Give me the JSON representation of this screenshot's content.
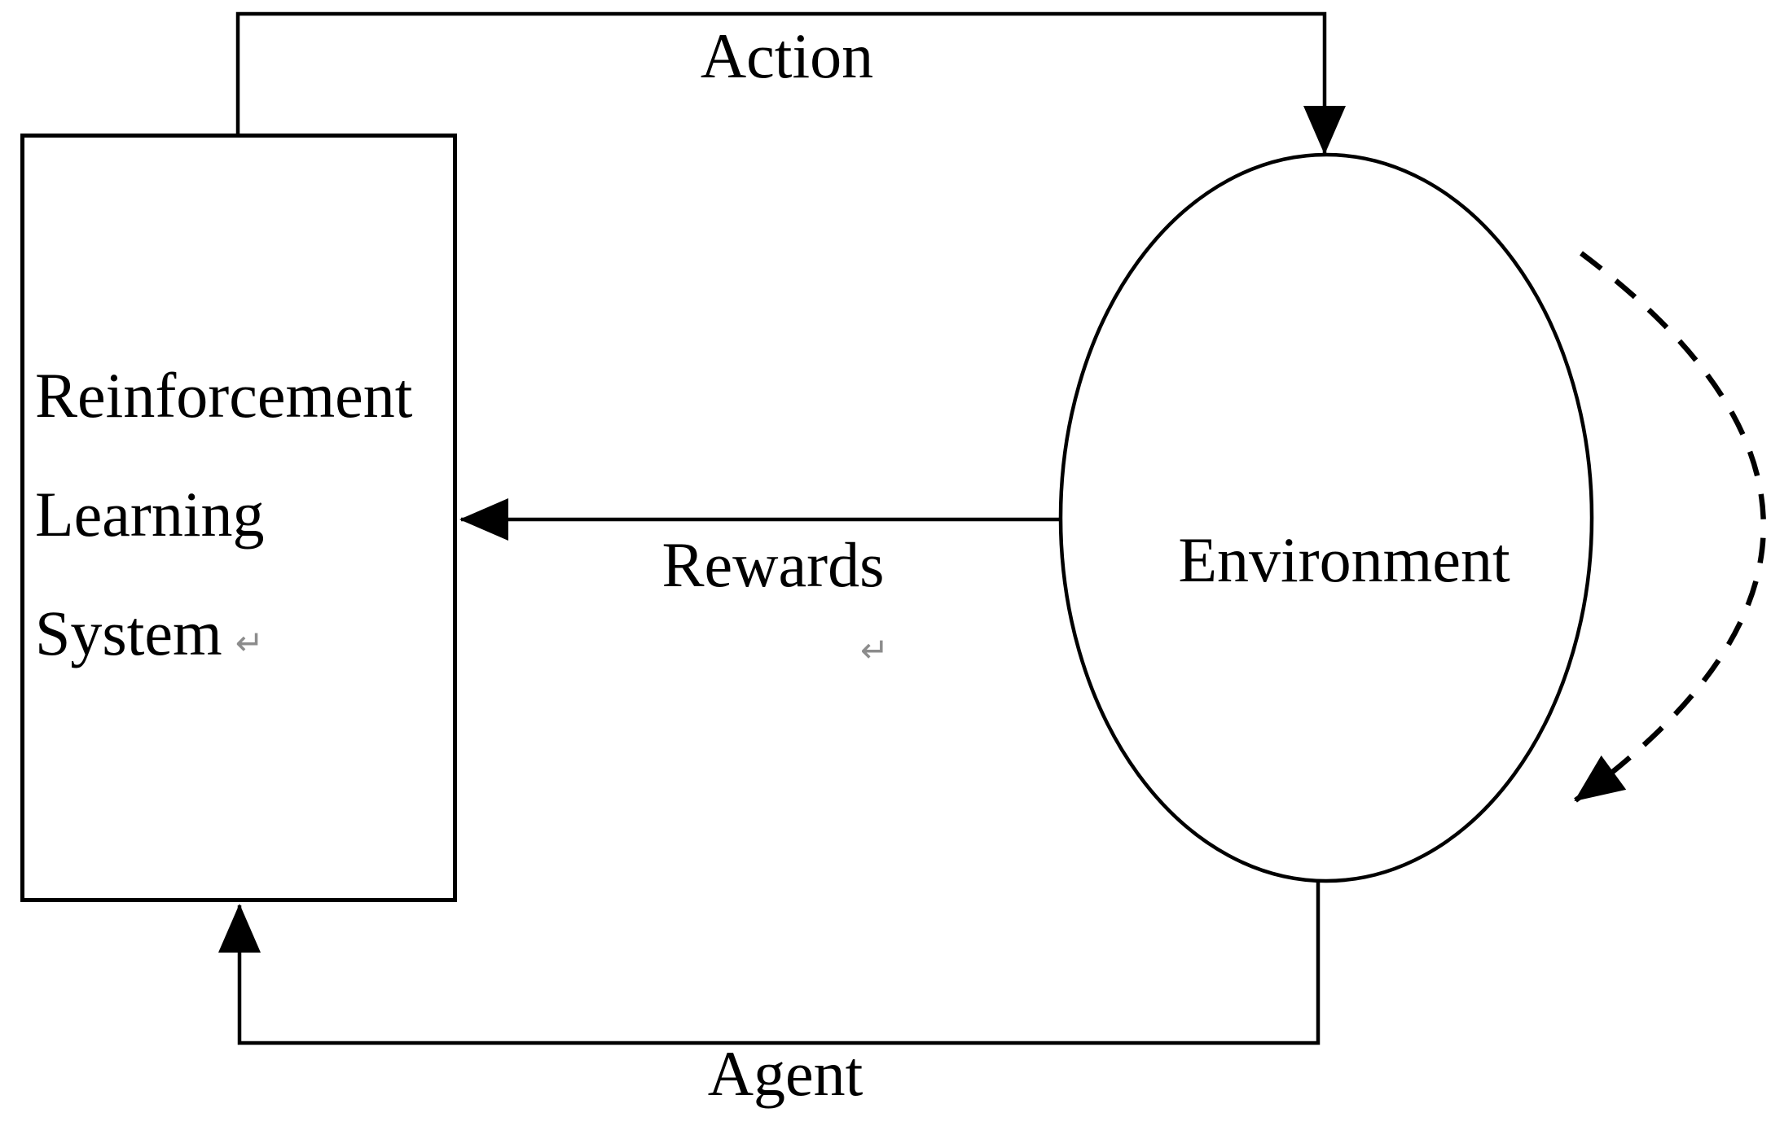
{
  "diagram": {
    "background_color": "#ffffff",
    "line_color": "#000000",
    "nodes": {
      "rl_system": {
        "shape": "rectangle",
        "label_lines": [
          "Reinforcement",
          "Learning",
          "System"
        ]
      },
      "environment": {
        "shape": "ellipse",
        "label": "Environment"
      }
    },
    "edges": {
      "action": {
        "label": "Action",
        "style": "solid",
        "from": "rl_system",
        "to": "environment"
      },
      "rewards": {
        "label": "Rewards",
        "style": "solid",
        "from": "environment",
        "to": "rl_system"
      },
      "agent": {
        "label": "Agent",
        "style": "solid",
        "from": "environment",
        "to": "rl_system"
      },
      "environment_self_loop": {
        "label": "",
        "style": "dashed"
      }
    },
    "marks": {
      "return_mark": "↵"
    }
  }
}
